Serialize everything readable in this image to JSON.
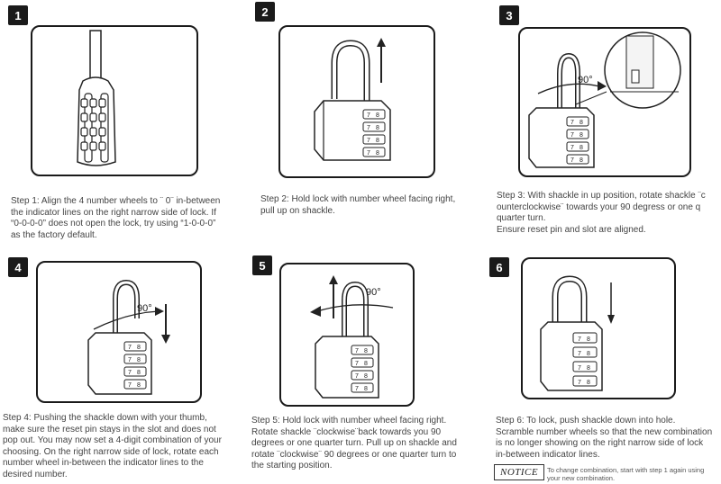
{
  "steps": [
    {
      "number": "1",
      "text": "Step 1: Align the 4 number wheels to ¨ 0¨ in-between\nthe indicator lines on the right narrow side of lock. If\n“0-0-0-0” does not open the lock, try using “1-0-0-0”\nas the factory default."
    },
    {
      "number": "2",
      "text": "Step 2: Hold lock with number wheel facing right,\npull up on shackle."
    },
    {
      "number": "3",
      "text": "Step 3: With shackle in up position, rotate shackle ¨c\nounterclockwise¨ towards your 90 degress or one q\nquarter turn.\nEnsure reset pin and slot are aligned."
    },
    {
      "number": "4",
      "text": "Step 4: Pushing the shackle down with your thumb,\nmake sure the reset pin stays in the slot and does not\npop out. You may now set a 4-digit combination of your\nchoosing. On the right narrow side of lock, rotate  each\nnumber wheel in-between the indicator lines to the\ndesired number."
    },
    {
      "number": "5",
      "text": "Step 5: Hold lock with number wheel facing right.\nRotate shackle ¨clockwise¨back towards you 90\ndegrees or one quarter turn. Pull up on shackle and\nrotate ¨clockwise¨ 90 degrees or one quarter turn to\nthe starting position."
    },
    {
      "number": "6",
      "text": "Step 6:  To lock, push shackle down into hole.\nScramble number wheels so that the new combination\nis no longer showing on the right narrow side of lock\nin-between indicator lines."
    }
  ],
  "rotation_label": "90°",
  "wheel_digits": [
    "7",
    "8"
  ],
  "notice": {
    "label": "NOTICE",
    "text": "To change combination, start with step 1 again using your new combination."
  }
}
